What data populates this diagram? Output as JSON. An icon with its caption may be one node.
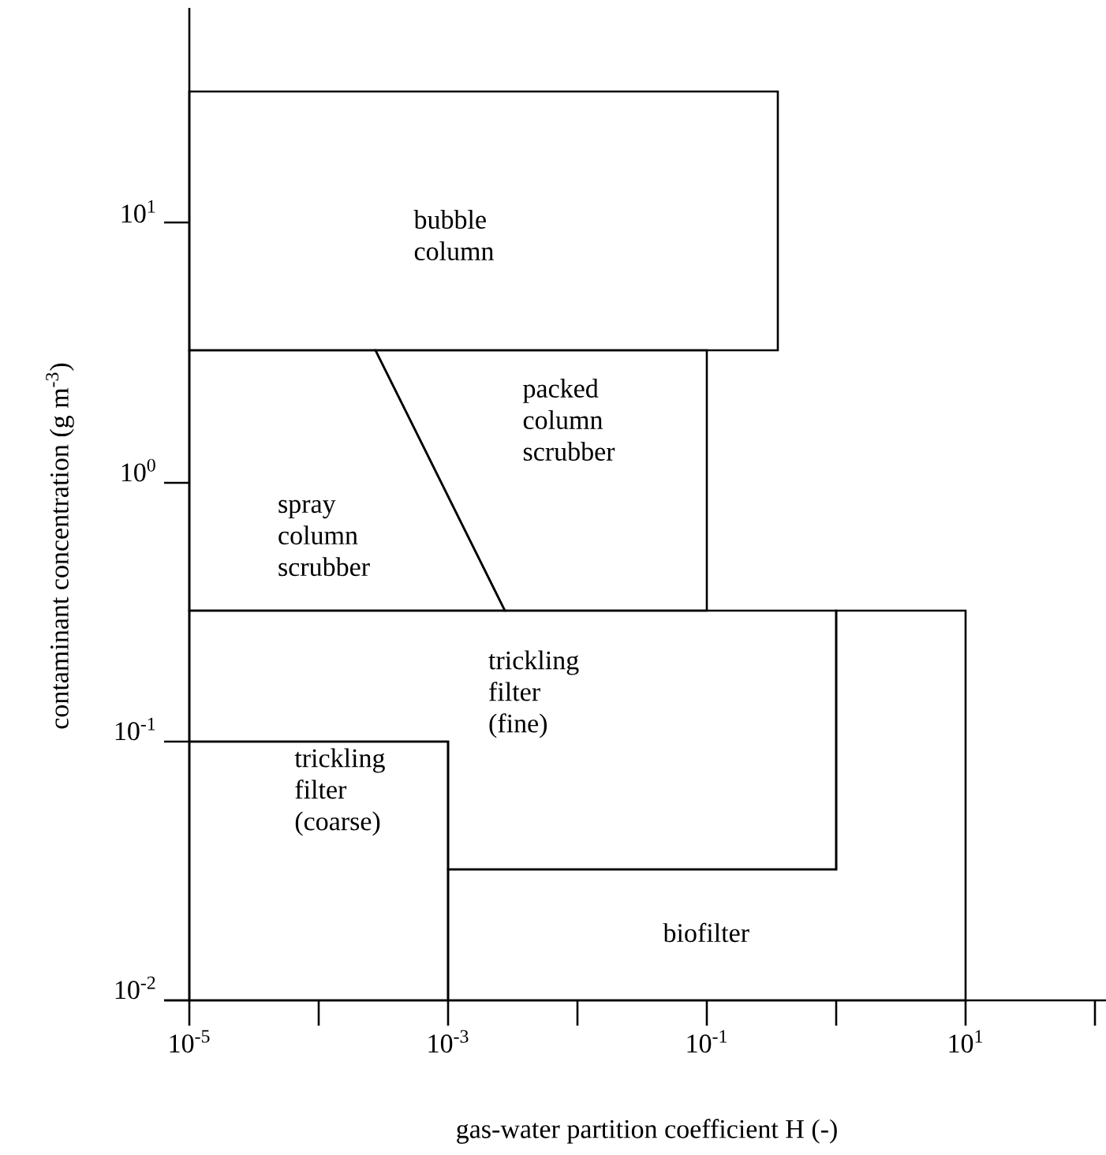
{
  "diagram": {
    "nodes": [
      {
        "text": [
          "bubble column"
        ]
      },
      {
        "text": [
          "packed column scrubber"
        ]
      },
      {
        "text": [
          "spray column scrubber"
        ]
      },
      {
        "text": [
          "trickling filter (fine)"
        ]
      },
      {
        "text": [
          "trickling filter (coarse)"
        ]
      },
      {
        "text": [
          "biofilter"
        ]
      }
    ],
    "labels": [
      "10$^{1}$",
      "10$^{0}$",
      "10$^{-1}$",
      "10$^{-2}$",
      "contaminant concentration (g m$^{-3}$)",
      "10$^{-5}$",
      "10$^{-3}$",
      "10$^{-1}$",
      "10$^{1}$",
      "gas-water partition coefficient H (-)"
    ]
  }
}
